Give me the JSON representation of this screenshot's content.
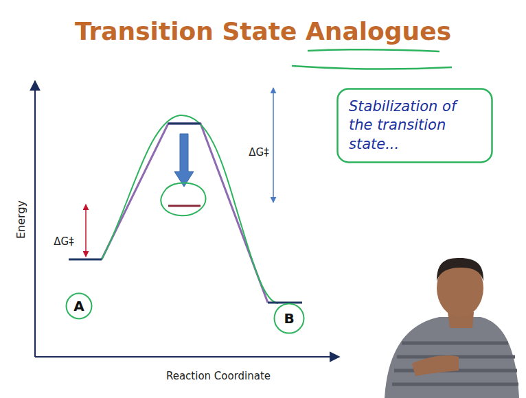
{
  "diagram": {
    "title": "Transition State Analogues",
    "nodes": [
      {
        "text": [
          "A"
        ]
      },
      {
        "text": [
          "B"
        ]
      },
      {
        "text": [
          "Stabilization of the transition state..."
        ]
      }
    ],
    "labels": [
      "Energy",
      "Reaction Coordinate",
      "ΔG‡",
      "ΔG‡"
    ]
  }
}
